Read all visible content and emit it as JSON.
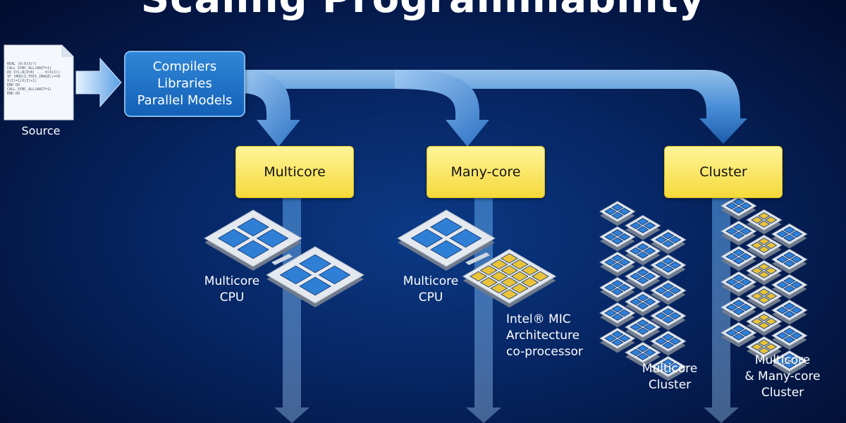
{
  "title": "Scaling Programmability",
  "source": {
    "label": "Source",
    "code_lines": [
      "REAL (0:9)X(?)",
      "CALL SYNC_ALL(WAIT=1)",
      "DO I=1,N(I=0) ... 0(X(I))",
      "IF (MOD(I,THIS_IMAGE))==0",
      "   X(I)=1(X(I)+1)",
      "END DO",
      "CALL SYNC_ALL(WAIT=1)",
      "END DO"
    ]
  },
  "compilers_box": {
    "lines": [
      "Compilers",
      "Libraries",
      "Parallel Models"
    ]
  },
  "targets": [
    {
      "label": "Multicore"
    },
    {
      "label": "Many-core"
    },
    {
      "label": "Cluster"
    }
  ],
  "captions": {
    "multicore_cpu_1": [
      "Multicore",
      "CPU"
    ],
    "multicore_cpu_2": [
      "Multicore",
      "CPU"
    ],
    "mic": [
      "Intel® MIC",
      "Architecture",
      "co-processor"
    ],
    "multicore_cluster": [
      "Multicore",
      "Cluster"
    ],
    "hybrid_cluster": [
      "Multicore",
      "& Many-core",
      "Cluster"
    ]
  },
  "colors": {
    "background": "#062060",
    "arrow_blue": "#3f8fe0",
    "target_yellow": "#f7e04a",
    "cpu_core_blue": "#2f7fd6",
    "mic_core_gold": "#e8c23a"
  }
}
